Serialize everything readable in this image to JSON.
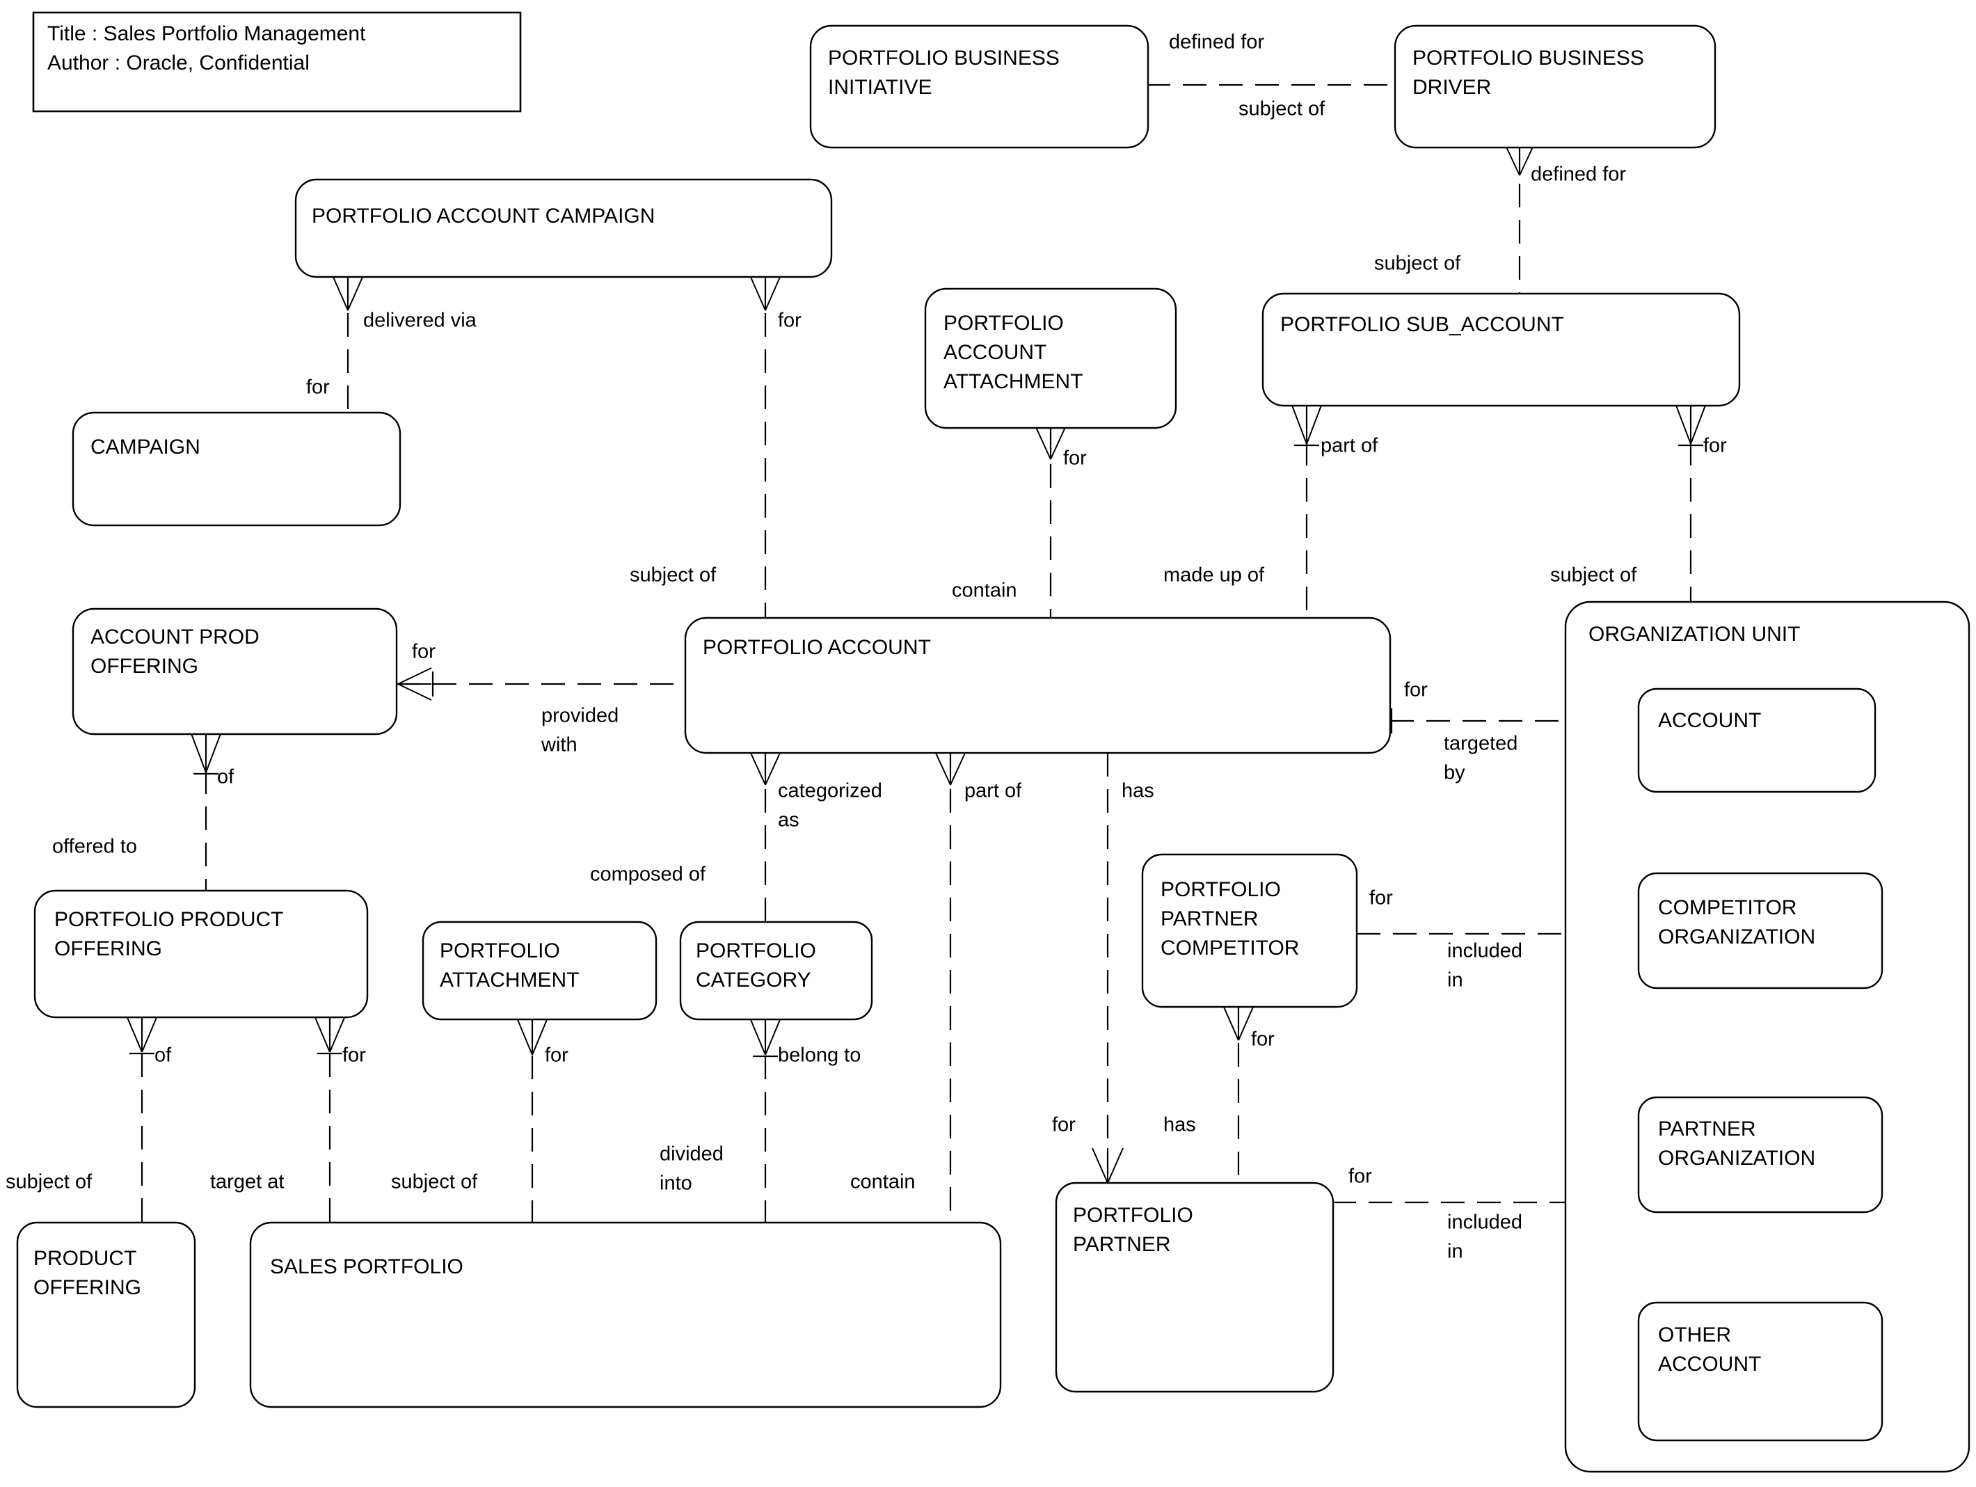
{
  "title_block": {
    "line1": "Title : Sales Portfolio Management",
    "line2": "Author : Oracle, Confidential"
  },
  "entities": {
    "portfolio_business_initiative": "PORTFOLIO BUSINESS INITIATIVE",
    "portfolio_business_driver": "PORTFOLIO BUSINESS DRIVER",
    "portfolio_account_campaign": "PORTFOLIO ACCOUNT CAMPAIGN",
    "portfolio_account_attachment": "PORTFOLIO ACCOUNT ATTACHMENT",
    "portfolio_sub_account": "PORTFOLIO SUB_ACCOUNT",
    "campaign": "CAMPAIGN",
    "account_prod_offering": "ACCOUNT PROD OFFERING",
    "portfolio_account": "PORTFOLIO ACCOUNT",
    "organization_unit": "ORGANIZATION UNIT",
    "account": "ACCOUNT",
    "competitor_organization": "COMPETITOR ORGANIZATION",
    "partner_organization": "PARTNER ORGANIZATION",
    "other_account": "OTHER ACCOUNT",
    "portfolio_product_offering": "PORTFOLIO PRODUCT OFFERING",
    "portfolio_attachment": "PORTFOLIO ATTACHMENT",
    "portfolio_category": "PORTFOLIO CATEGORY",
    "portfolio_partner_competitor": "PORTFOLIO PARTNER COMPETITOR",
    "portfolio_partner": "PORTFOLIO PARTNER",
    "product_offering": "PRODUCT OFFERING",
    "sales_portfolio": "SALES PORTFOLIO"
  },
  "relationship_labels": {
    "defined_for_1": "defined for",
    "subject_of_1": "subject of",
    "defined_for_2": "defined for",
    "subject_of_2": "subject of",
    "delivered_via": "delivered via",
    "for_pac_right": "for",
    "for_campaign": "for",
    "subject_of_pac": "subject of",
    "for_paa": "for",
    "contain_paa": "contain",
    "part_of_sub": "part of",
    "made_up_of": "made up of",
    "for_sub_right": "for",
    "subject_of_org": "subject of",
    "for_apo": "for",
    "provided_with": "provided with",
    "of_apo": "of",
    "offered_to": "offered to",
    "categorized_as": "categorized as",
    "composed_of": "composed of",
    "part_of_pa": "part of",
    "has_pa": "has",
    "for_pa_right": "for",
    "targeted_by": "targeted by",
    "for_ppc_right": "for",
    "included_in_1": "included in",
    "for_ppc_down": "for",
    "has_pp": "has",
    "for_pp_left": "for",
    "for_pp_right": "for",
    "included_in_2": "included in",
    "of_ppo_left": "of",
    "for_ppo_right": "for",
    "subject_of_po": "subject of",
    "target_at": "target at",
    "for_pattach": "for",
    "subject_of_pattach": "subject of",
    "belong_to": "belong to",
    "divided_into": "divided into",
    "contain_sp": "contain"
  },
  "colors": {
    "stroke": "#000000",
    "fill": "#ffffff"
  }
}
